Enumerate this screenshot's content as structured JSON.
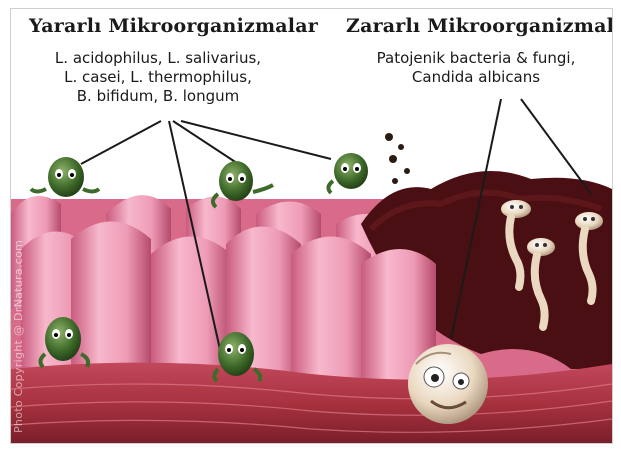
{
  "beneficial": {
    "title": "Yararlı Mikroorganizmalar",
    "lines": [
      "L. acidophilus, L. salivarius,",
      "L. casei, L. thermophilus,",
      "B. bifidum, B. longum"
    ]
  },
  "harmful": {
    "title": "Zararlı Mikroorganizmalar",
    "lines": [
      "Patojenik bacteria & fungi,",
      "Candida albicans"
    ]
  },
  "watermark": "Photo Copyright @ DrNatura.com",
  "colors": {
    "villi_light": "#f7b8cc",
    "villi_mid": "#e07a9c",
    "villi_dark": "#b54a6c",
    "tissue": "#a8323f",
    "plaque": "#4a0f12",
    "probiotic_green": "#3f6b2a",
    "pathogen_cream": "#ead8c0"
  }
}
